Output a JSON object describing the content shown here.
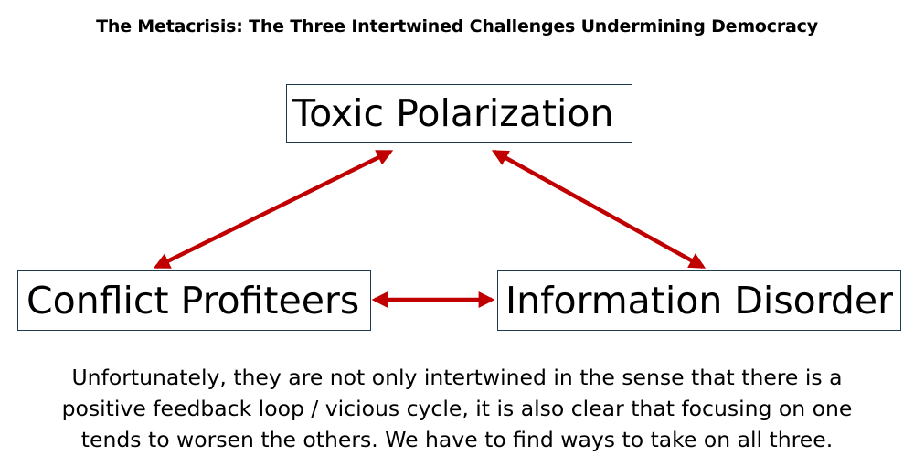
{
  "title": "The Metacrisis: The Three Intertwined Challenges Undermining Democracy",
  "nodes": {
    "top": "Toxic Polarization",
    "left": "Conflict Profiteers",
    "right": "Information Disorder"
  },
  "arrows": [
    {
      "from": "top",
      "to": "left",
      "direction": "bidirectional"
    },
    {
      "from": "top",
      "to": "right",
      "direction": "bidirectional"
    },
    {
      "from": "left",
      "to": "right",
      "direction": "bidirectional"
    }
  ],
  "arrow_color": "#c00000",
  "box_border_color": "#1f3a4d",
  "caption": {
    "lines": [
      "Unfortunately, they are not only intertwined in the sense that there is a",
      "positive feedback loop / vicious cycle,  it is also clear that focusing on one",
      "tends to worsen the others. We have to find ways to take on all three."
    ]
  }
}
